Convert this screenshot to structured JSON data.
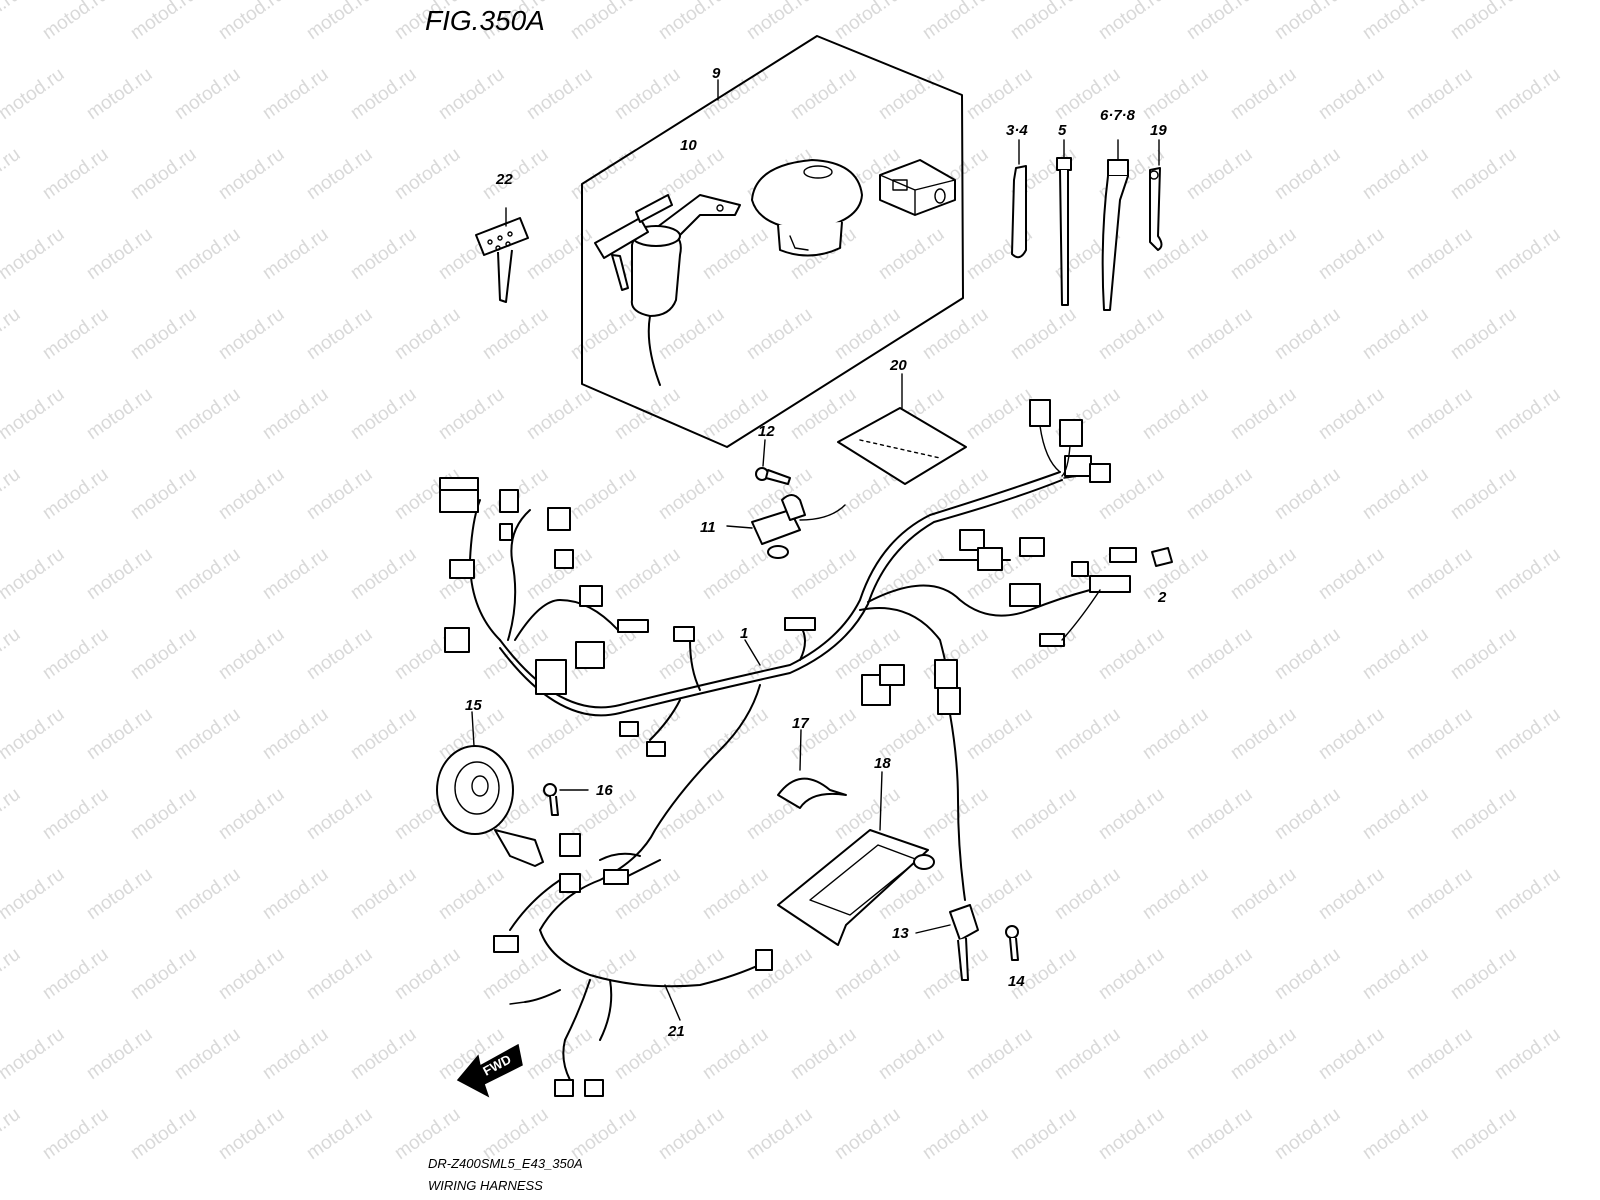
{
  "title": "FIG.350A",
  "watermark": "motod.ru",
  "footer": {
    "model_code": "DR-Z400SML5_E43_350A",
    "caption": "WIRING HARNESS"
  },
  "fwd_label": "FWD",
  "callouts": {
    "c1": "1",
    "c2": "2",
    "c34": "3·4",
    "c5": "5",
    "c678": "6·7·8",
    "c9": "9",
    "c10": "10",
    "c11": "11",
    "c12": "12",
    "c13": "13",
    "c14": "14",
    "c15": "15",
    "c16": "16",
    "c17": "17",
    "c18": "18",
    "c19": "19",
    "c20": "20",
    "c21": "21",
    "c22": "22"
  }
}
